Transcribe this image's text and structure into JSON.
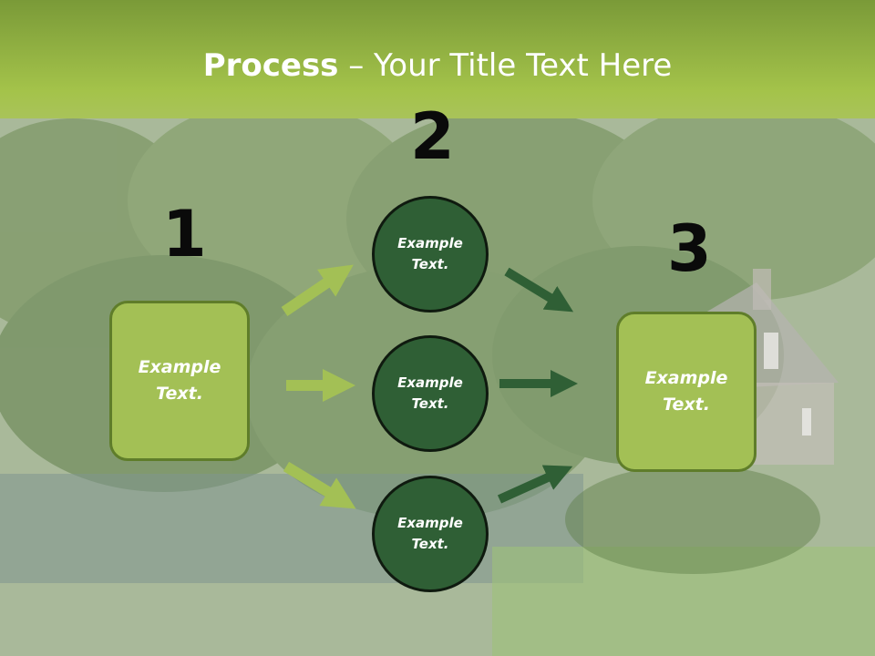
{
  "title": {
    "bold": "Process",
    "rest": " – Your Title Text Here"
  },
  "steps": [
    {
      "number": "1",
      "line1": "Example",
      "line2": "Text."
    },
    {
      "number": "2",
      "line1": "Example",
      "line2": "Text."
    },
    {
      "number": "3",
      "line1": "Example",
      "line2": "Text."
    }
  ],
  "circles": [
    {
      "line1": "Example",
      "line2": "Text."
    },
    {
      "line1": "Example",
      "line2": "Text."
    },
    {
      "line1": "Example",
      "line2": "Text."
    }
  ],
  "colors": {
    "light_green": "#a3c055",
    "dark_green": "#2f5f35",
    "header_green": "#a4c34a"
  }
}
